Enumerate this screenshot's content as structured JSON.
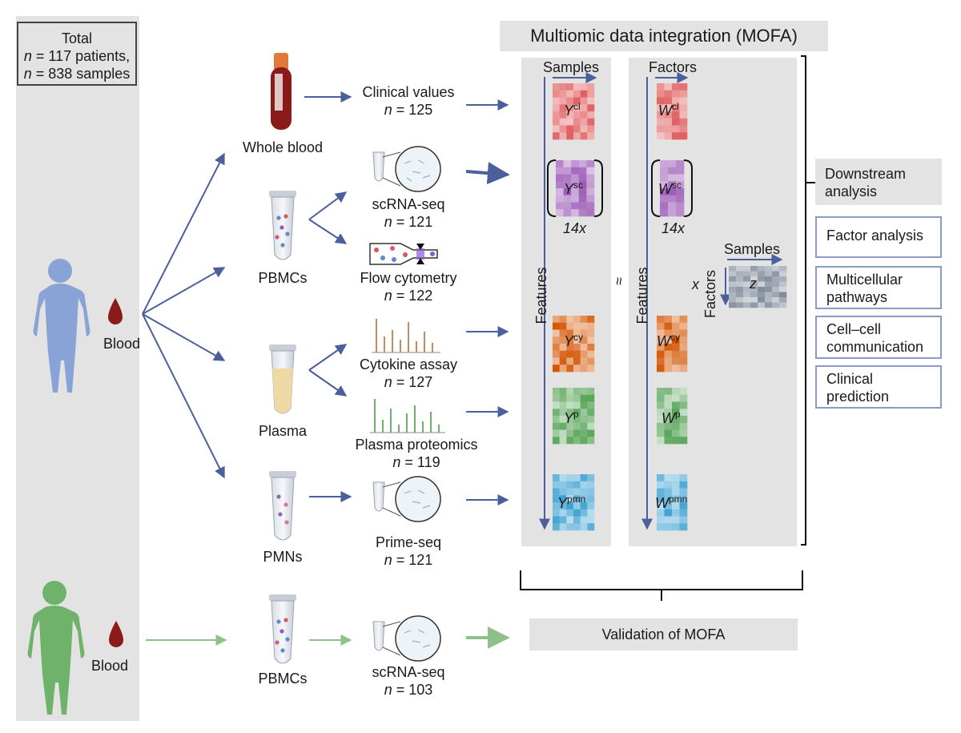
{
  "total": {
    "label": "Total",
    "patients": "= 117 patients,",
    "samples": "= 838 samples",
    "n": "n"
  },
  "blood_label": "Blood",
  "blood_label_validation": "Blood",
  "sources": {
    "whole_blood": "Whole blood",
    "pbmcs": "PBMCs",
    "plasma": "Plasma",
    "pmns": "PMNs",
    "pbmcs_validation": "PBMCs"
  },
  "assays": [
    {
      "id": "clinical",
      "name": "Clinical values",
      "count": "= 125"
    },
    {
      "id": "scrna",
      "name": "scRNA-seq",
      "count": "= 121"
    },
    {
      "id": "flow",
      "name": "Flow cytometry",
      "count": "= 122"
    },
    {
      "id": "cytokine",
      "name": "Cytokine assay",
      "count": "= 127"
    },
    {
      "id": "proteomics",
      "name": "Plasma proteomics",
      "count": "= 119"
    },
    {
      "id": "primeseq",
      "name": "Prime-seq",
      "count": "= 121"
    },
    {
      "id": "scrna_val",
      "name": "scRNA-seq",
      "count": "= 103"
    }
  ],
  "n_symbol": "n",
  "mofa": {
    "title": "Multiomic data integration (MOFA)",
    "samples": "Samples",
    "factors": "Factors",
    "features": "Features",
    "approx": "≈",
    "times": "x",
    "repeat": "14x",
    "z": "z",
    "y_matrices": [
      {
        "base": "Y",
        "sup": "cl"
      },
      {
        "base": "Y",
        "sup": "sc"
      },
      {
        "base": "Y",
        "sup": "cy"
      },
      {
        "base": "Y",
        "sup": "p"
      },
      {
        "base": "Y",
        "sup": "pmn"
      }
    ],
    "w_matrices": [
      {
        "base": "W",
        "sup": "cl"
      },
      {
        "base": "W",
        "sup": "sc"
      },
      {
        "base": "W",
        "sup": "cy"
      },
      {
        "base": "W",
        "sup": "p"
      },
      {
        "base": "W",
        "sup": "pmn"
      }
    ]
  },
  "downstream": {
    "title": "Downstream analysis",
    "items": [
      "Factor analysis",
      "Multicellular pathways",
      "Cell–cell communication",
      "Clinical prediction"
    ]
  },
  "validation": "Validation of MOFA",
  "colors": {
    "clinical": "#e05d5d",
    "scrna": "#9b59b6",
    "cytokine": "#d35400",
    "proteomics": "#5aa55a",
    "pmn": "#3aa0d0",
    "arrow_blue": "#4a5f9c",
    "arrow_green": "#8cc28a",
    "body_blue": "#8aa3d6",
    "body_green": "#6fb36b",
    "blood": "#8b1a1a"
  }
}
